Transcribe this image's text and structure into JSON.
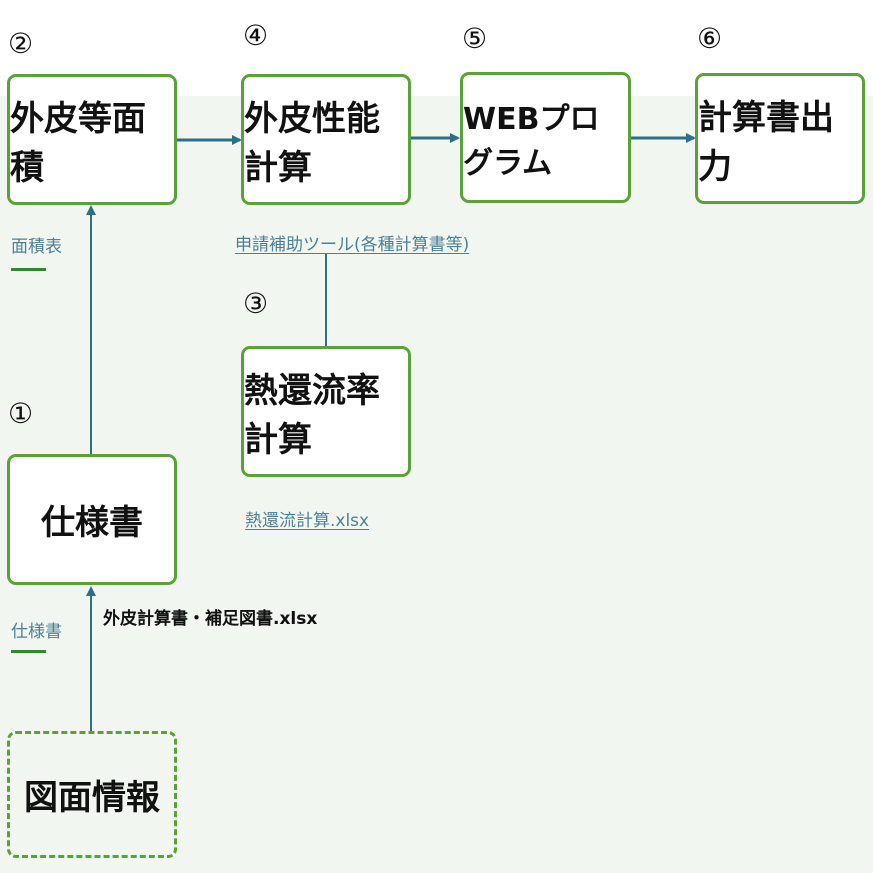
{
  "numbers": {
    "n1": "①",
    "n2": "②",
    "n3": "③",
    "n4": "④",
    "n5": "⑤",
    "n6": "⑥"
  },
  "nodes": {
    "gaihi_menseki": "外皮等面積",
    "gaihi_seino": "外皮性能計算",
    "web_program": "WEBプログラム",
    "keisansho": "計算書出力",
    "netsu_kanryu": "熱還流率計算",
    "shiyousho": "仕様書",
    "zumen": "図面情報"
  },
  "labels": {
    "menseki_hyo": "面積表",
    "shinsei_tool": "申請補助ツール(各種計算書等)",
    "netsu_xlsx": "熱還流計算.xlsx",
    "shiyousho_link": "仕様書",
    "gaihi_xlsx": "外皮計算書・補足図書.xlsx"
  },
  "colors": {
    "box_border": "#5aa13a",
    "arrow": "#2e6e86",
    "background": "#f1f6f0",
    "link_text": "#4d8096"
  }
}
